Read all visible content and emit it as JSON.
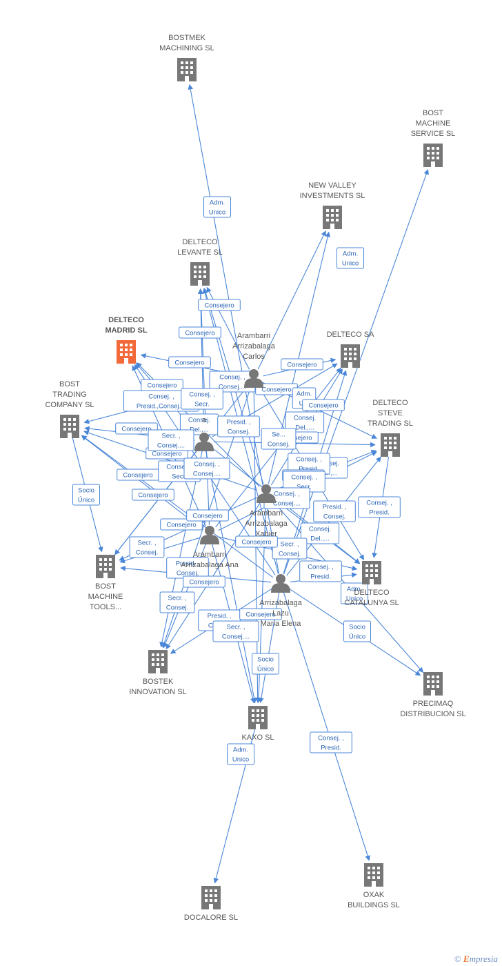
{
  "colors": {
    "edge": "#4a86d8",
    "company": "#777777",
    "main_company": "#f26a3a",
    "person": "#777777"
  },
  "companies": [
    {
      "id": "bostmek",
      "label": [
        "BOSTMEK",
        "MACHINING SL"
      ]
    },
    {
      "id": "bost_service",
      "label": [
        "BOST",
        "MACHINE",
        "SERVICE SL"
      ]
    },
    {
      "id": "newvalley",
      "label": [
        "NEW VALLEY",
        "INVESTMENTS SL"
      ]
    },
    {
      "id": "levante",
      "label": [
        "DELTECO",
        "LEVANTE SL"
      ]
    },
    {
      "id": "madrid",
      "label": [
        "DELTECO",
        "MADRID SL"
      ],
      "main": true
    },
    {
      "id": "deltecosa",
      "label": [
        "DELTECO SA"
      ]
    },
    {
      "id": "bost_trading",
      "label": [
        "BOST",
        "TRADING",
        "COMPANY SL"
      ]
    },
    {
      "id": "steve",
      "label": [
        "DELTECO",
        "STEVE",
        "TRADING  SL"
      ]
    },
    {
      "id": "bost_tools",
      "label": [
        "BOST",
        "MACHINE",
        "TOOLS..."
      ]
    },
    {
      "id": "catalunya",
      "label": [
        "DELTECO",
        "CATALUNYA SL"
      ]
    },
    {
      "id": "precimaq",
      "label": [
        "PRECIMAQ",
        "DISTRIBUCION SL"
      ]
    },
    {
      "id": "bostek",
      "label": [
        "BOSTEK",
        "INNOVATION SL"
      ]
    },
    {
      "id": "kaxo",
      "label": [
        "KAXO SL"
      ]
    },
    {
      "id": "docalore",
      "label": [
        "DOCALORE SL"
      ]
    },
    {
      "id": "oxak",
      "label": [
        "OXAK",
        "BUILDINGS SL"
      ]
    }
  ],
  "persons": [
    {
      "id": "carlos",
      "label": [
        "Arambarri",
        "Arrizabalaga",
        "Carlos"
      ]
    },
    {
      "id": "p2",
      "label": [
        "",
        "",
        "a"
      ]
    },
    {
      "id": "xabier",
      "label": [
        "Arambarri",
        "Arrizabalaga",
        "Xabier"
      ]
    },
    {
      "id": "ana",
      "label": [
        "Arambarri",
        "Arrizabalaga Ana"
      ]
    },
    {
      "id": "elena",
      "label": [
        "Arrizabalaga",
        "Lazu",
        "Maria Elena"
      ]
    }
  ],
  "relations": [
    {
      "label": [
        "Adm.",
        "Unico"
      ]
    },
    {
      "label": [
        "Adm.",
        "Unico"
      ]
    },
    {
      "label": [
        "Consejero"
      ]
    },
    {
      "label": [
        "Consejero"
      ]
    },
    {
      "label": [
        "Consejero"
      ]
    },
    {
      "label": [
        "Consejero"
      ]
    },
    {
      "label": [
        "Consej. ,",
        "Consej...."
      ]
    },
    {
      "label": [
        "Consejero"
      ]
    },
    {
      "label": [
        "Consejero"
      ]
    },
    {
      "label": [
        "Consej. ,",
        "Presid.,Consej...."
      ]
    },
    {
      "label": [
        "Consej. ,",
        "Secr."
      ]
    },
    {
      "label": [
        "Adm.",
        "U..."
      ]
    },
    {
      "label": [
        "Consejero"
      ]
    },
    {
      "label": [
        "Consejero"
      ]
    },
    {
      "label": [
        "Consej.",
        "Del.,..."
      ]
    },
    {
      "label": [
        "Presid. ,",
        "Consej."
      ]
    },
    {
      "label": [
        "Consej.",
        "Del.,..."
      ]
    },
    {
      "label": [
        "Consejero"
      ]
    },
    {
      "label": [
        "Secr. ,",
        "Consej...."
      ]
    },
    {
      "label": [
        "Consejero"
      ]
    },
    {
      "label": [
        "Se...",
        "Consej."
      ]
    },
    {
      "label": [
        "Consejero"
      ]
    },
    {
      "label": [
        "Consej. ,",
        "Secr."
      ]
    },
    {
      "label": [
        "Consej. ,",
        "Consej...."
      ]
    },
    {
      "label": [
        "Consej.",
        "Del.,..."
      ]
    },
    {
      "label": [
        "Consej. ,",
        "Presid."
      ]
    },
    {
      "label": [
        "Consejero"
      ]
    },
    {
      "label": [
        "Consej. ,",
        "Secr."
      ]
    },
    {
      "label": [
        "Consejero"
      ]
    },
    {
      "label": [
        "Consej. ,",
        "Consej...."
      ]
    },
    {
      "label": [
        "Presid. ,",
        "Consej."
      ]
    },
    {
      "label": [
        "Consejero"
      ]
    },
    {
      "label": [
        "Consej.",
        "Del.,..."
      ]
    },
    {
      "label": [
        "Consejero"
      ]
    },
    {
      "label": [
        "Secr. ,",
        "Consej."
      ]
    },
    {
      "label": [
        "Secr. ,",
        "Consej."
      ]
    },
    {
      "label": [
        "Consejero"
      ]
    },
    {
      "label": [
        "Consej. ,",
        "Presid."
      ]
    },
    {
      "label": [
        "Presid. ,",
        "Consej."
      ]
    },
    {
      "label": [
        "Consejero"
      ]
    },
    {
      "label": [
        "Adm.",
        "Unico"
      ]
    },
    {
      "label": [
        "Secr. ,",
        "Consej."
      ]
    },
    {
      "label": [
        "Presid. ,",
        "Consej."
      ]
    },
    {
      "label": [
        "Consejero"
      ]
    },
    {
      "label": [
        "Secr. ,",
        "Consej...."
      ]
    },
    {
      "label": [
        "Socio",
        "Único"
      ]
    },
    {
      "label": [
        "Consej. ,",
        "Presid."
      ]
    },
    {
      "label": [
        "Socio",
        "Único"
      ]
    },
    {
      "label": [
        "Socio",
        "Único"
      ]
    },
    {
      "label": [
        "Adm.",
        "Unico"
      ]
    },
    {
      "label": [
        "Consej. ,",
        "Presid."
      ]
    }
  ],
  "watermark": {
    "copyright": "©",
    "brand_initial": "E",
    "brand_rest": "mpresia"
  }
}
